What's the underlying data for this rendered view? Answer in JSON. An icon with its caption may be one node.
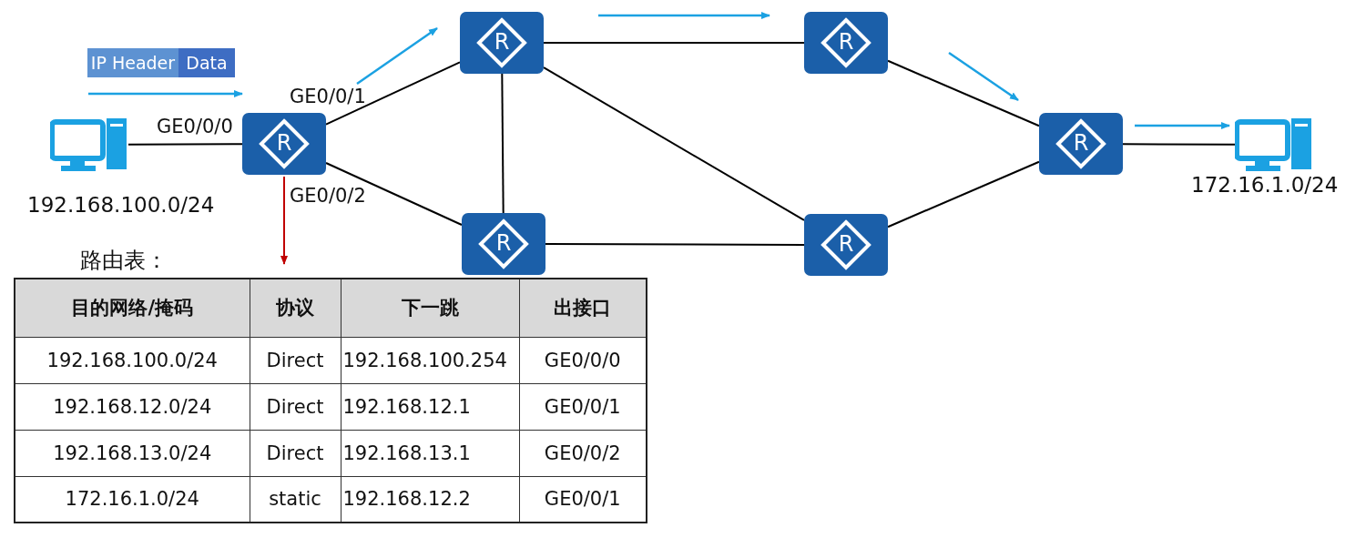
{
  "diagram": {
    "nodes": [
      {
        "text": [],
        "shape": "picture",
        "beside": [
          "192.168.100.0/24"
        ]
      },
      {
        "text": [
          "R"
        ]
      },
      {
        "text": [
          "R"
        ]
      },
      {
        "text": [
          "R"
        ]
      },
      {
        "text": [
          "R"
        ]
      },
      {
        "text": [
          "R"
        ]
      },
      {
        "text": [
          "R"
        ]
      },
      {
        "text": [],
        "shape": "picture",
        "beside": [
          "172.16.1.0/24"
        ]
      },
      {
        "text": [
          "IP Header"
        ]
      },
      {
        "text": [
          "Data"
        ]
      }
    ],
    "edges": [
      {
        "from": 0,
        "to": 1,
        "arrow": "none"
      },
      {
        "from": 1,
        "to": 2,
        "arrow": "none"
      },
      {
        "from": 1,
        "to": 3,
        "arrow": "none"
      },
      {
        "from": 2,
        "to": 3,
        "arrow": "none"
      },
      {
        "from": 2,
        "to": 4,
        "arrow": "none"
      },
      {
        "from": 2,
        "to": 5,
        "arrow": "none"
      },
      {
        "from": 3,
        "to": 5,
        "arrow": "none"
      },
      {
        "from": 4,
        "to": 6,
        "arrow": "none"
      },
      {
        "from": 5,
        "to": 6,
        "arrow": "none"
      },
      {
        "from": 6,
        "to": 7,
        "arrow": "none"
      },
      {
        "from": 1,
        "to": null,
        "arrow": "to",
        "color": "#c00000"
      }
    ],
    "labels": [
      "GE0/0/0",
      "GE0/0/1",
      "GE0/0/2",
      "路由表：",
      "目的网络/掩码",
      "协议",
      "下一跳",
      "出接口",
      "192.168.100.0/24",
      "Direct",
      "192.168.100.254",
      "GE0/0/0",
      "192.168.12.0/24",
      "Direct",
      "192.168.12.1",
      "GE0/0/1",
      "192.168.13.0/24",
      "Direct",
      "192.168.13.1",
      "GE0/0/2",
      "172.16.1.0/24",
      "static",
      "192.168.12.2",
      "GE0/0/1"
    ]
  }
}
